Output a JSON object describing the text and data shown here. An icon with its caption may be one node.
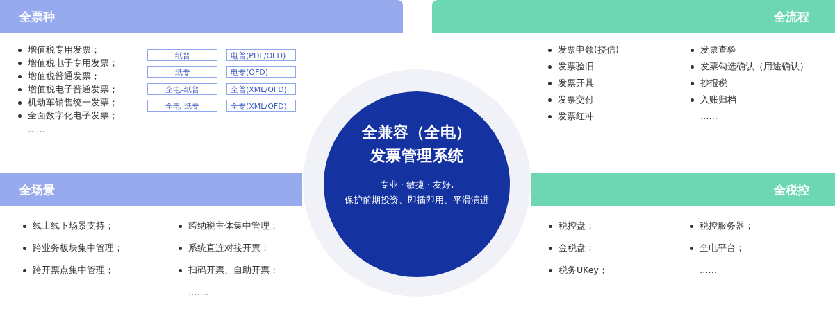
{
  "diagram": {
    "nodes": [
      {
        "text": [
          "全票种"
        ]
      },
      {
        "text": [
          "纸普"
        ]
      },
      {
        "text": [
          "电普(PDF/OFD)"
        ]
      },
      {
        "text": [
          "纸专"
        ]
      },
      {
        "text": [
          "电专(OFD)"
        ]
      },
      {
        "text": [
          "全电–纸普"
        ]
      },
      {
        "text": [
          "全普(XML/OFD)"
        ]
      },
      {
        "text": [
          "全电–纸专"
        ]
      },
      {
        "text": [
          "全专(XML/OFD)"
        ]
      },
      {
        "text": [
          "全流程"
        ]
      },
      {
        "text": [
          "全兼容（全电）发票管理系统",
          "专业 · 敏捷 · 友好,",
          "保护前期投资、即插即用、平滑演进"
        ]
      },
      {
        "text": [
          "全场景"
        ]
      },
      {
        "text": [
          "全税控"
        ]
      }
    ],
    "labels": [
      "增值税专用发票；",
      "增值税电子专用发票；",
      "增值税普通发票；",
      "增值税电子普通发票；",
      "机动车销售统一发票；",
      "全面数字化电子发票；",
      "……",
      "发票申领(授信)",
      "发票验旧",
      "发票开具",
      "发票交付",
      "发票红冲",
      "发票查验",
      "发票勾选确认（用途确认）",
      "抄报税",
      "入账归档",
      "……",
      "线上线下场景支持；",
      "跨业务板块集中管理；",
      "跨开票点集中管理；",
      "跨纳税主体集中管理；",
      "系统直连对接开票；",
      "扫码开票、自助开票；",
      "…….",
      "税控盘；",
      "金税盘；",
      "税务UKey；",
      "税控服务器；",
      "全电平台；",
      "……"
    ]
  }
}
